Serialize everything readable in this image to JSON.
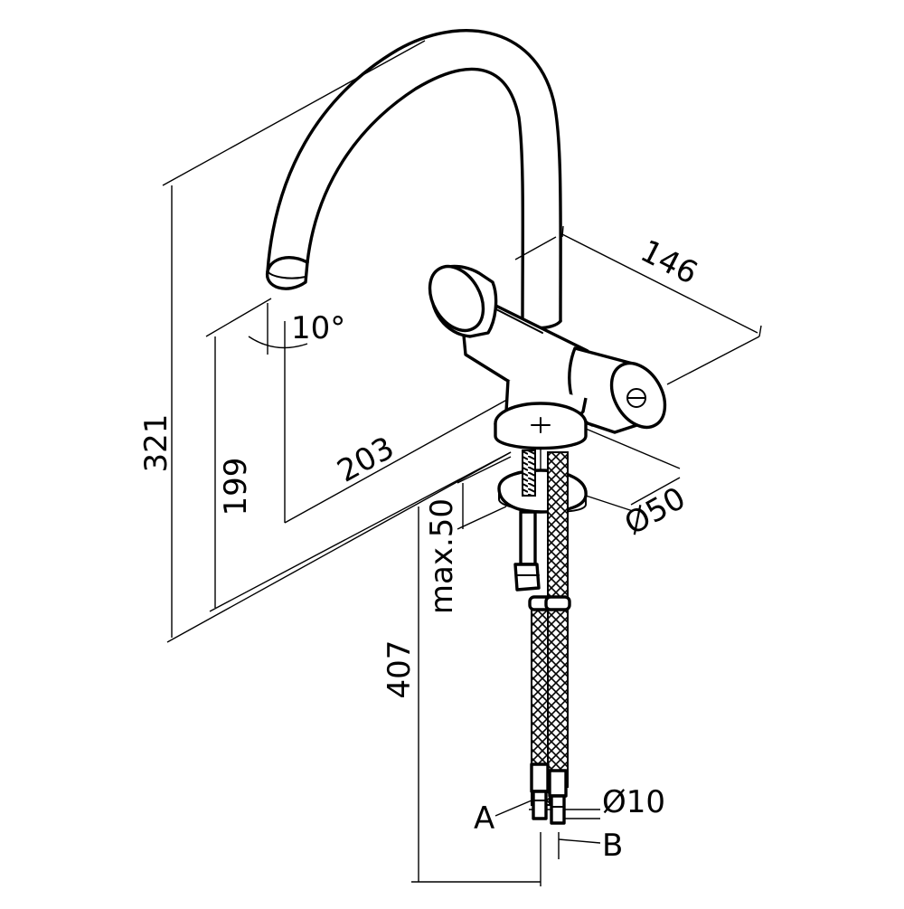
{
  "dimensions": {
    "height_total": "321",
    "height_spout": "199",
    "reach": "203",
    "width": "146",
    "angle": "10°",
    "mount_hole": "Ø50",
    "deck_thickness": "max.50",
    "hose_length": "407",
    "connector": "Ø10"
  },
  "labels": {
    "hose_a": "A",
    "hose_b": "B"
  }
}
